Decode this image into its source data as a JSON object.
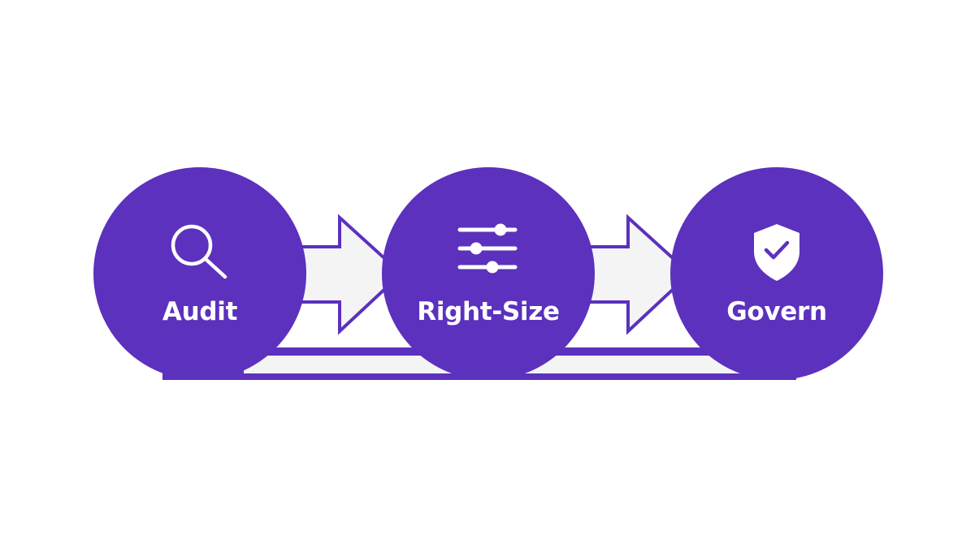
{
  "diagram": {
    "steps": [
      {
        "label": "Audit",
        "icon": "search-icon"
      },
      {
        "label": "Right-Size",
        "icon": "sliders-icon"
      },
      {
        "label": "Govern",
        "icon": "shield-check-icon"
      }
    ],
    "colors": {
      "circle": "#5b31be",
      "arrow_fill": "#f4f4f5",
      "arrow_stroke": "#5b31be",
      "icon": "#ffffff",
      "background": "#ffffff"
    }
  }
}
